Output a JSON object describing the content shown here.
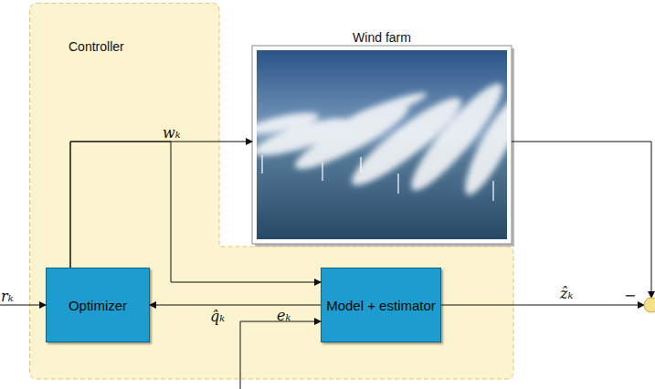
{
  "diagram": {
    "nodes": [
      {
        "text": [
          "Controller"
        ]
      },
      {
        "text": [
          "Wind farm"
        ]
      },
      {
        "text": [
          "Optimizer"
        ],
        "in": 0
      },
      {
        "text": [
          "Model + estimator"
        ],
        "in": 0
      }
    ],
    "edges": [
      {
        "from": 2,
        "to": 1,
        "arrow": "to",
        "label": "wₖ"
      },
      {
        "from": 2,
        "to": 3,
        "arrow": "to"
      },
      {
        "from": 3,
        "to": 2,
        "arrow": "to",
        "label": "q̂ₖ"
      }
    ],
    "labels": [
      "rₖ",
      "eₖ",
      "ẑₖ",
      "−"
    ]
  }
}
